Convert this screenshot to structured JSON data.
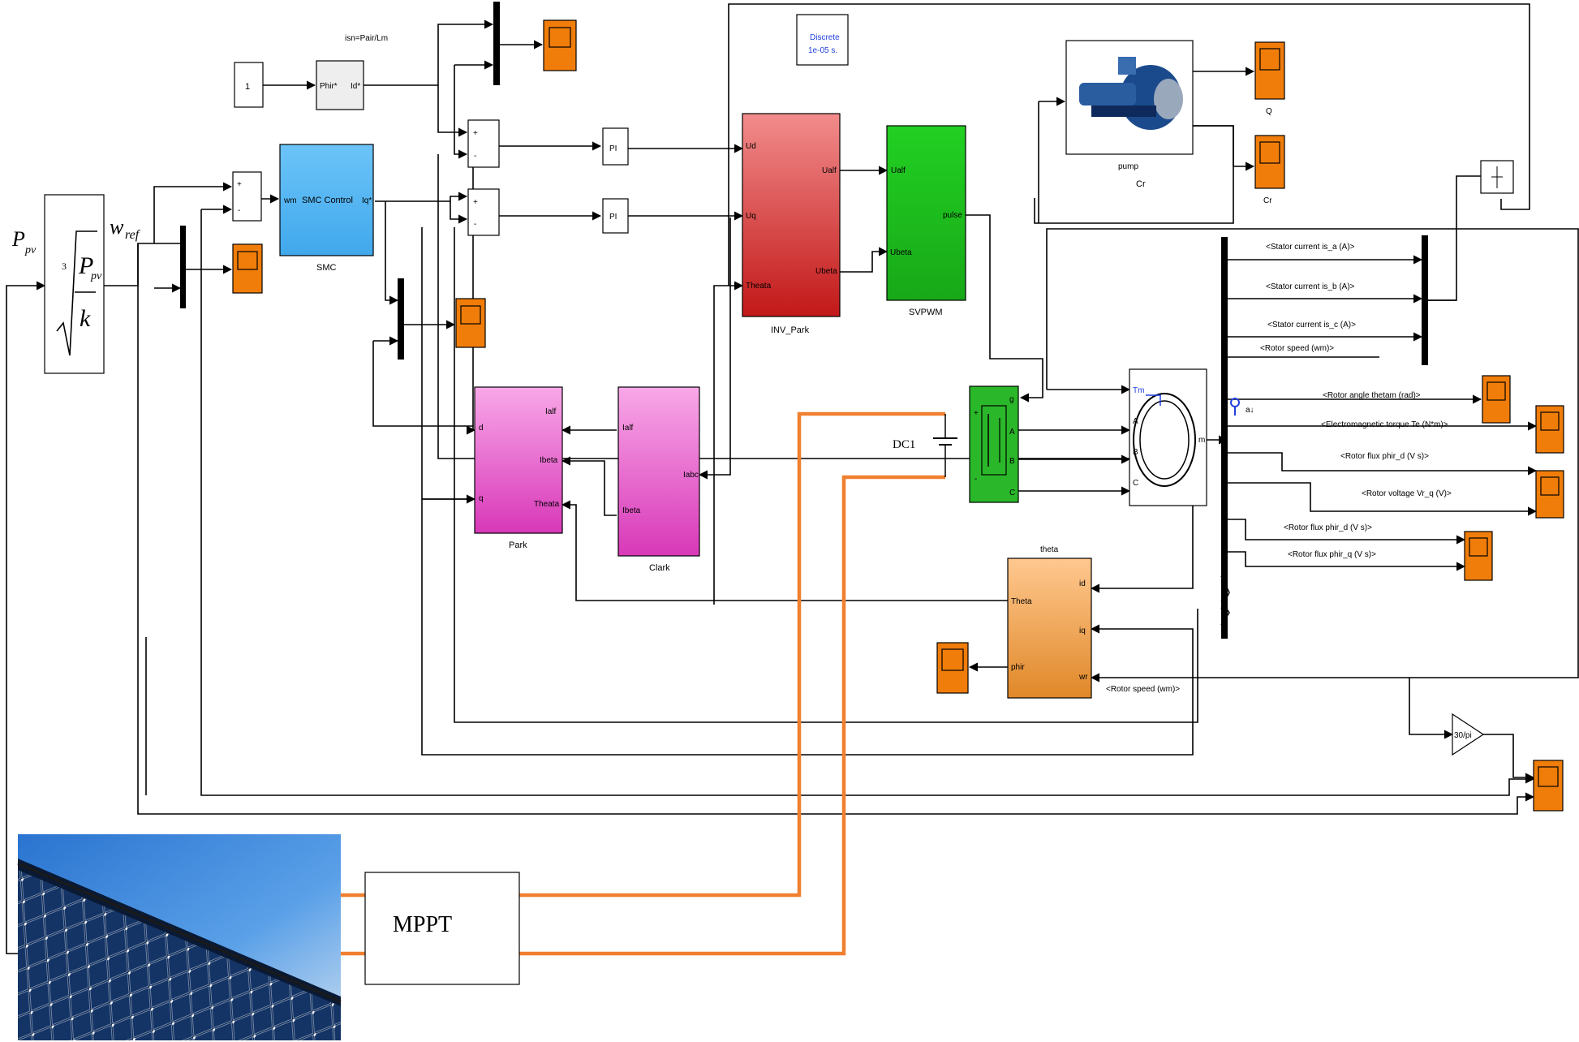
{
  "constant_block": {
    "value": "1"
  },
  "fcn_block": {
    "title": "isn=Pair/Lm",
    "in_port": "Phir*",
    "out_port": "Id*"
  },
  "discrete_block": {
    "line1": "Discrete",
    "line2": "1e-05 s."
  },
  "sum_signs": {
    "plus": "+",
    "minus": "-"
  },
  "smc_block": {
    "label": "SMC Control",
    "name": "SMC",
    "in_port": "wm",
    "out_port": "Iq*"
  },
  "pi_blocks": {
    "label": "PI"
  },
  "inv_park": {
    "name": "INV_Park",
    "ports": [
      "Ud",
      "Uq",
      "Theata",
      "Ualf",
      "Ubeta"
    ]
  },
  "svpwm": {
    "name": "SVPWM",
    "ports": [
      "Ualf",
      "Ubeta",
      "pulse"
    ]
  },
  "park": {
    "name": "Park",
    "ports": [
      "d",
      "q",
      "Ialf",
      "Ibeta",
      "Theata"
    ]
  },
  "clark": {
    "name": "Clark",
    "ports": [
      "Ialf",
      "Ibeta",
      "Iabc"
    ]
  },
  "pump": {
    "name": "pump",
    "sub": "Cr"
  },
  "scope_labels": {
    "q": "Q",
    "cr": "Cr"
  },
  "dc_source": {
    "label": "DC1"
  },
  "inverter_ports": {
    "g": "g",
    "plus": "+",
    "minus": "-",
    "a": "A",
    "b": "B",
    "c": "C"
  },
  "motor_ports": {
    "tm": "Tm",
    "a": "A",
    "b": "B",
    "c": "C",
    "m": "m"
  },
  "bus_signals": [
    "<Stator current is_a (A)>",
    "<Stator current is_b (A)>",
    "<Stator current is_c (A)>",
    "<Rotor speed (wm)>",
    "<Rotor angle thetam (rad)>",
    "<Electromagnetic torque Te (N*m)>",
    "<Rotor flux phir_d (V s)>",
    "<Rotor voltage Vr_q (V)>",
    "<Rotor flux phir_d (V s)>",
    "<Rotor flux phir_q (V s)>"
  ],
  "theta_block": {
    "title": "theta",
    "in_theta": "Theta",
    "in_phir": "phir",
    "out_id": "id",
    "out_iq": "iq",
    "out_wr": "wr"
  },
  "rotor_speed_label": "<Rotor speed (wm)>",
  "gain_block": {
    "label": "30/pi"
  },
  "mppt": {
    "label": "MPPT"
  },
  "formula": {
    "p_pv": "P",
    "p_pv_sub": "pv",
    "w_ref": "w",
    "w_ref_sub": "ref",
    "root_index": "3",
    "numerator": "P",
    "numerator_sub": "pv",
    "denominator": "k"
  },
  "colors": {
    "scope": "#f07d0a",
    "smc": "#56b4f0",
    "inv_park": "#e04848",
    "svpwm": "#1fc81f",
    "park": "#e050c8",
    "theta_block": "#f0a060",
    "inverter": "#2ab82a",
    "pv_wire": "#f08030"
  }
}
